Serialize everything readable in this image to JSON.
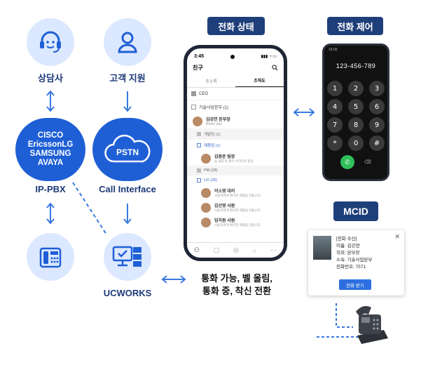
{
  "left": {
    "agent_label": "상담사",
    "customer_label": "고객 지원",
    "ippbx_names": [
      "CISCO",
      "EricssonLG",
      "SAMSUNG",
      "AVAYA"
    ],
    "ippbx_label": "IP-PBX",
    "pstn_text": "PSTN",
    "call_interface_label": "Call Interface",
    "ucworks_label": "UCWORKS"
  },
  "status": {
    "title": "전화 상태",
    "time": "3:45",
    "header": "친구",
    "tab_left": "주소록",
    "tab_right": "조직도",
    "ceo": "CEO",
    "dept": "기술사업본부 (1)",
    "person1_name": "김강연 본부장",
    "person1_status": "Better day",
    "group1": "개발팀 (1)",
    "group2": "제품팀 (1)",
    "person2_name": "김용준 팀장",
    "person2_status": "늘 새롭게, 좋은 아이디어 항상",
    "group3": "PM (28)",
    "group4": "UX (28)",
    "person3_name": "이소영 대리",
    "person3_status": "사용자에게 편리한 제품을 만듭니다.",
    "person4_name": "김선영 사원",
    "person4_status": "사용자에게 편리한 제품을 만듭니다.",
    "person5_name": "임지원 사원",
    "person5_status": "사용자에게 편리한 제품을 만듭니다.",
    "caption_line1": "통화 가능, 벨 울림,",
    "caption_line2": "통화 중, 착신 전환"
  },
  "control": {
    "title": "전화 제어",
    "time": "15:00",
    "number": "123-456-789",
    "keys": [
      "1",
      "2",
      "3",
      "4",
      "5",
      "6",
      "7",
      "8",
      "9",
      "*",
      "0",
      "#"
    ]
  },
  "mcid": {
    "title": "MCID",
    "popup_title": "[전화 수신]",
    "name_line": "이름: 김강연",
    "position_line": "직위: 본부장",
    "dept_line": "소속: 기술사업본부",
    "ext_line": "전화번호: 7571",
    "button": "전화 받기"
  },
  "colors": {
    "navy": "#1f3f7a",
    "blue": "#1f5fd6",
    "light": "#dbe8ff",
    "green": "#2fbf59"
  }
}
